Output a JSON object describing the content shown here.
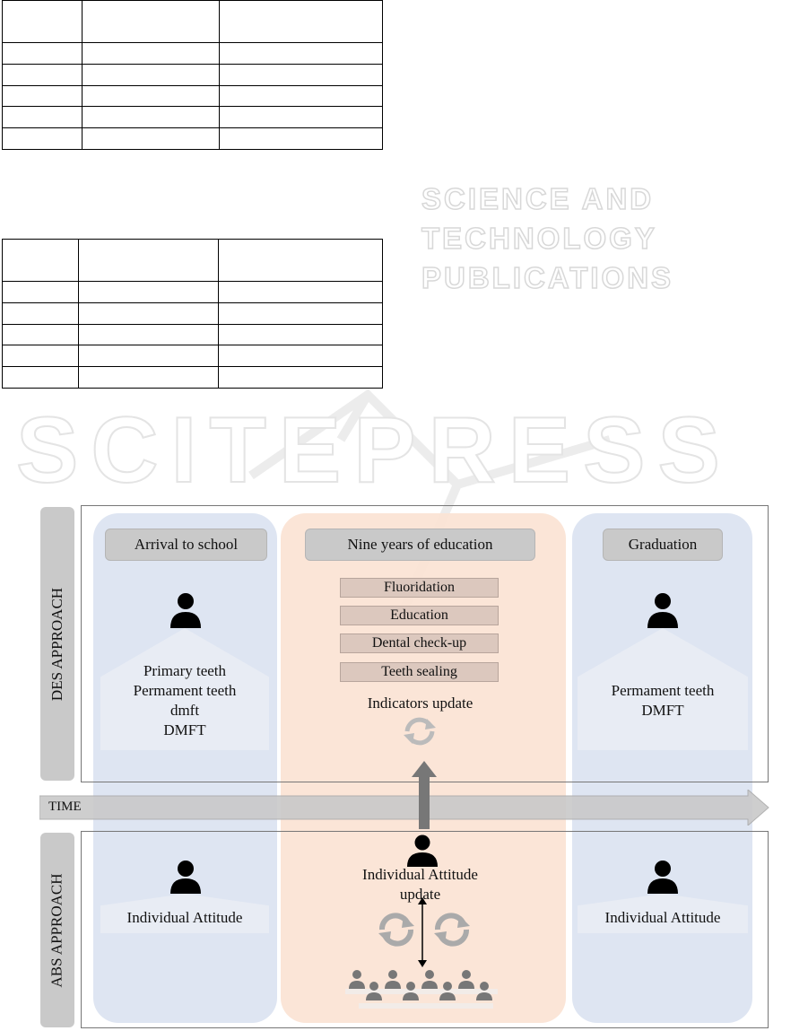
{
  "watermark": {
    "brand": "SCITEPRESS",
    "tagline": "SCIENCE AND TECHNOLOGY PUBLICATIONS"
  },
  "tables": [
    {
      "rows": 6,
      "cols": 3
    },
    {
      "rows": 6,
      "cols": 3
    }
  ],
  "figure": {
    "des_label": "DES APPROACH",
    "abs_label": "ABS APPROACH",
    "time_label": "TIME",
    "arrival": {
      "title": "Arrival to school",
      "indicators": [
        "Primary teeth",
        "Permament teeth",
        "dmft",
        "DMFT"
      ],
      "abs_text": "Individual Attitude"
    },
    "education": {
      "title": "Nine years of education",
      "interventions": [
        "Fluoridation",
        "Education",
        "Dental check-up",
        "Teeth sealing"
      ],
      "indicators_update": "Indicators update",
      "abs_text_1": "Individual Attitude",
      "abs_text_2": "update"
    },
    "graduation": {
      "title": "Graduation",
      "indicators": [
        "Permament teeth",
        "DMFT"
      ],
      "abs_text": "Individual Attitude"
    },
    "colors": {
      "blue": "#dbe3f1",
      "orange": "#fbe3d4",
      "gray": "#c9c9c9"
    }
  }
}
